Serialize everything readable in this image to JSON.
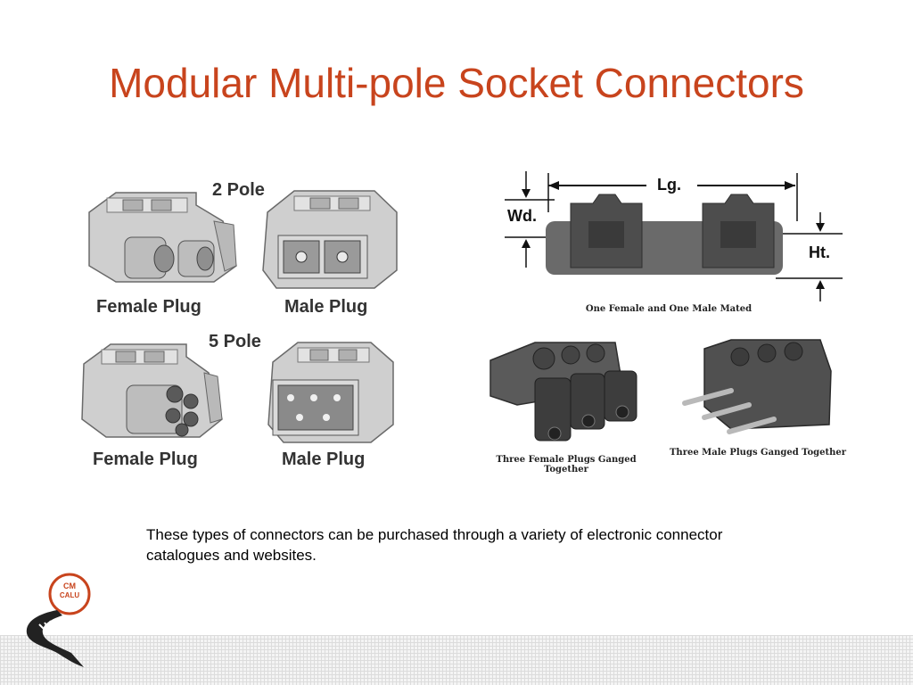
{
  "slide": {
    "title": "Modular Multi-pole Socket Connectors",
    "body_text": "These types of connectors can be purchased through a variety of electronic connector catalogues and websites."
  },
  "left_figure": {
    "two_pole_label": "2 Pole",
    "five_pole_label": "5 Pole",
    "female_plug_label_top": "Female Plug",
    "male_plug_label_top": "Male Plug",
    "female_plug_label_bottom": "Female Plug",
    "male_plug_label_bottom": "Male Plug"
  },
  "right_figure": {
    "length_label": "Lg.",
    "width_label": "Wd.",
    "height_label": "Ht.",
    "mated_caption": "One Female and One Male Mated",
    "female_gang_caption": "Three Female Plugs Ganged Together",
    "male_gang_caption": "Three Male Plugs Ganged Together"
  },
  "logo": {
    "line1": "CM",
    "line2": "CALU",
    "accent_color": "#c8441d"
  },
  "colors": {
    "title": "#c8441d",
    "connector_light": "#c9c9c9",
    "connector_dark": "#4a4a4a"
  }
}
